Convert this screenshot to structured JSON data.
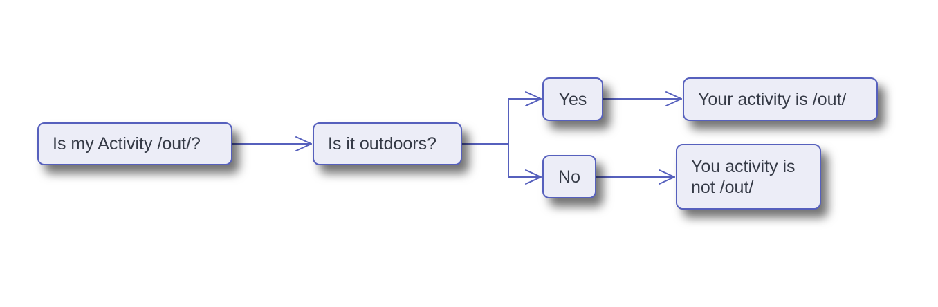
{
  "colors": {
    "stroke": "#5660bd",
    "node_fill": "#ecedf7",
    "text": "#353a46"
  },
  "nodes": {
    "start": "Is my Activity /out/?",
    "question": "Is it outdoors?",
    "yes": "Yes",
    "no": "No",
    "result_yes": "Your activity is /out/",
    "result_no": "You activity is\nnot /out/"
  },
  "edges": [
    {
      "from": "start",
      "to": "question"
    },
    {
      "from": "question",
      "to": "yes"
    },
    {
      "from": "question",
      "to": "no"
    },
    {
      "from": "yes",
      "to": "result_yes"
    },
    {
      "from": "no",
      "to": "result_no"
    }
  ]
}
